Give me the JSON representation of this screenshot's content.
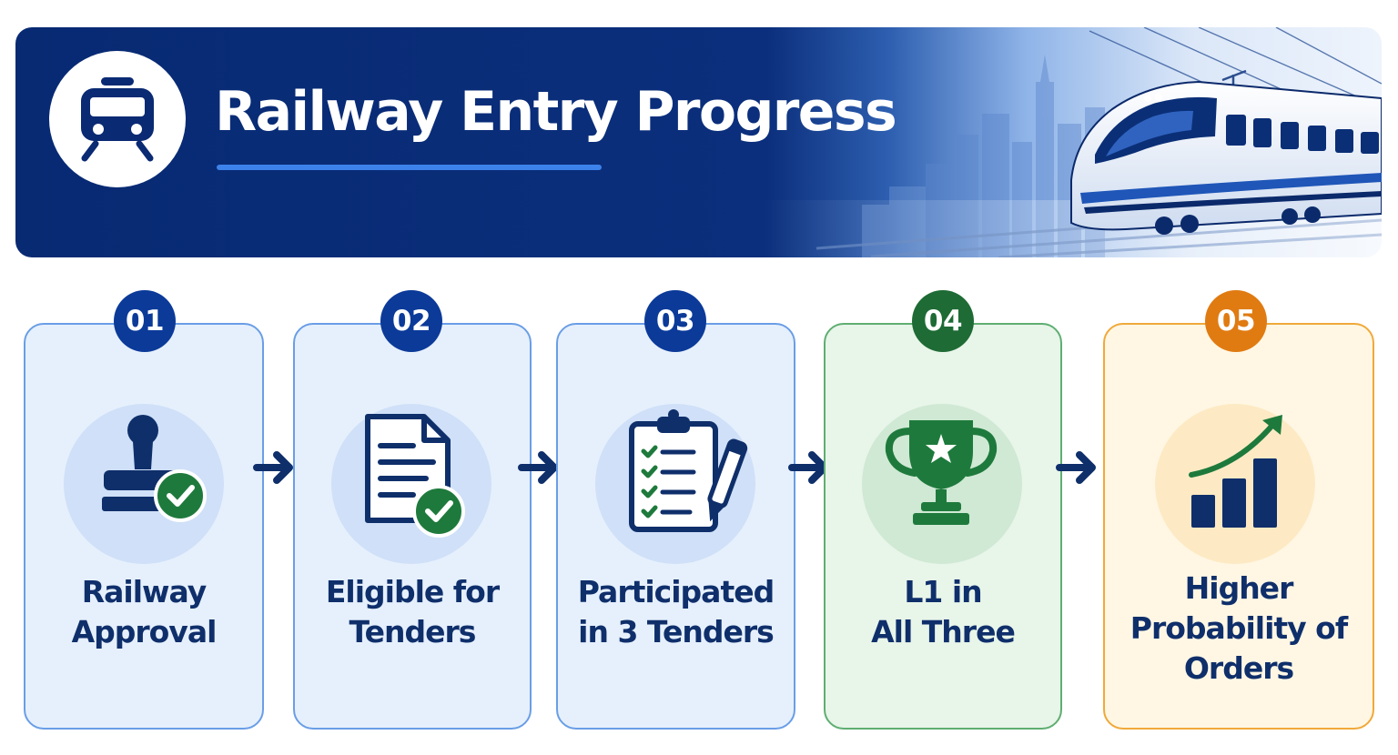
{
  "header": {
    "title": "Railway Entry Progress",
    "logo_icon": "train-front-icon",
    "background_illustration": "high-speed-train-city-skyline-illustration"
  },
  "colors": {
    "navy": "#0a2a73",
    "accent_blue": "#3d82ea",
    "badge_blue": "#0b3a99",
    "badge_green": "#1e6b35",
    "badge_orange": "#e07b12",
    "label_text": "#0f2f6b"
  },
  "steps": [
    {
      "number": "01",
      "label_lines": [
        "Railway",
        "Approval"
      ],
      "icon": "stamp-approved-icon",
      "theme": "blue"
    },
    {
      "number": "02",
      "label_lines": [
        "Eligible for",
        "Tenders"
      ],
      "icon": "document-check-icon",
      "theme": "blue"
    },
    {
      "number": "03",
      "label_lines": [
        "Participated",
        "in 3 Tenders"
      ],
      "icon": "clipboard-checklist-icon",
      "theme": "blue"
    },
    {
      "number": "04",
      "label_lines": [
        "L1 in",
        "All Three"
      ],
      "icon": "trophy-star-icon",
      "theme": "green"
    },
    {
      "number": "05",
      "label_lines": [
        "Higher",
        "Probability of",
        "Orders"
      ],
      "icon": "growth-chart-icon",
      "theme": "orange"
    }
  ],
  "connectors": [
    "arrow-right-icon",
    "arrow-right-icon",
    "arrow-right-icon",
    "arrow-right-icon"
  ]
}
